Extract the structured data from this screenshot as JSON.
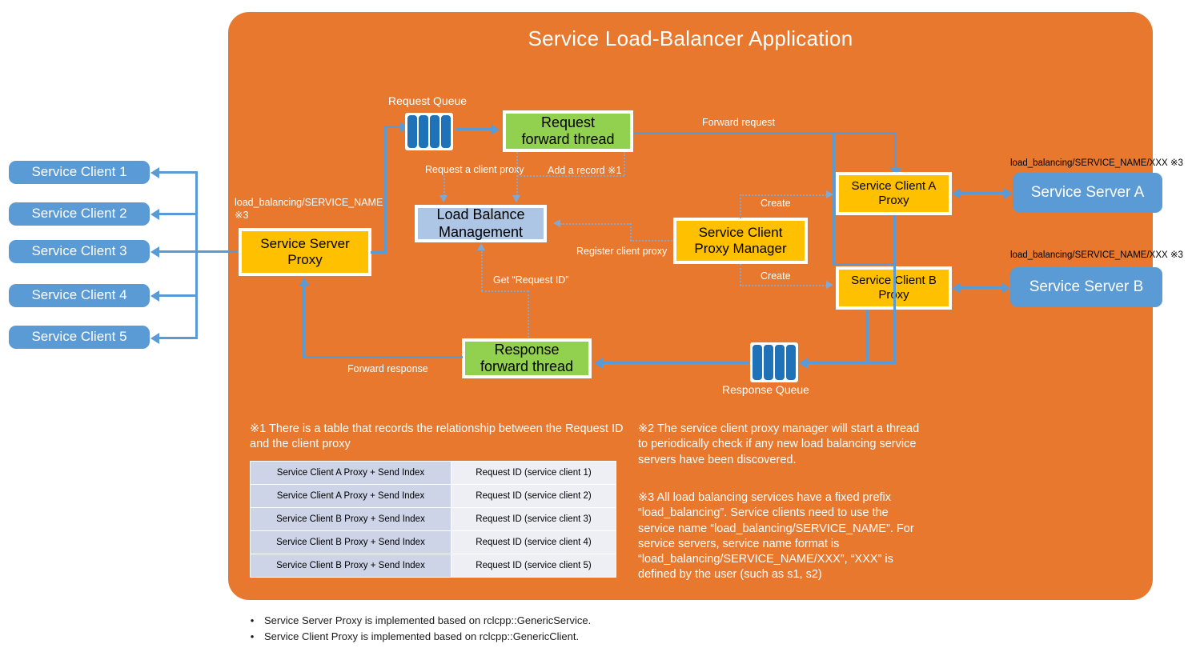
{
  "app": {
    "title": "Service  Load-Balancer Application",
    "panel_color": "#E8782E"
  },
  "colors": {
    "orange": "#E8782E",
    "blue": "#5B9BD5",
    "queue_blue": "#1F72B8",
    "yellow": "#FFC000",
    "green": "#92D050",
    "light_blue": "#ADC6E5",
    "table_header_cell": "#CDD4E8",
    "table_value_cell": "#EDEFF5"
  },
  "clients": [
    {
      "label": "Service Client 1"
    },
    {
      "label": "Service Client 2"
    },
    {
      "label": "Service Client 3"
    },
    {
      "label": "Service Client 4"
    },
    {
      "label": "Service Client 5"
    }
  ],
  "servers": [
    {
      "label": "Service Server A",
      "topic": "load_balancing/SERVICE_NAME/XXX ※3"
    },
    {
      "label": "Service Server B",
      "topic": "load_balancing/SERVICE_NAME/XXX ※3"
    }
  ],
  "nodes": {
    "service_server_proxy": "Service Server\nProxy",
    "service_server_proxy_line1": "Service Server",
    "service_server_proxy_line2": "Proxy",
    "service_server_proxy_topic_line1": "load_balancing/SERVICE_NAME",
    "service_server_proxy_topic_line2": "※3",
    "request_forward_thread_line1": "Request",
    "request_forward_thread_line2": "forward thread",
    "response_forward_thread_line1": "Response",
    "response_forward_thread_line2": "forward thread",
    "load_balance_management_line1": "Load Balance",
    "load_balance_management_line2": "Management",
    "service_client_proxy_manager_line1": "Service Client",
    "service_client_proxy_manager_line2": "Proxy Manager",
    "client_a_proxy_line1": "Service Client A",
    "client_a_proxy_line2": "Proxy",
    "client_b_proxy_line1": "Service Client B",
    "client_b_proxy_line2": "Proxy"
  },
  "queues": {
    "request_queue": "Request Queue",
    "response_queue": "Response Queue",
    "bar_count": 4
  },
  "edge_labels": {
    "forward_request": "Forward request",
    "forward_response": "Forward response",
    "request_a_client_proxy": "Request a client proxy",
    "add_a_record": "Add a record ※1",
    "register_client_proxy": "Register client proxy",
    "get_request_id": "Get “Request ID”",
    "create_a": "Create",
    "create_b": "Create"
  },
  "notes": {
    "note1": "※1 There is a table that records the relationship between the Request ID and the client proxy",
    "note2": "※2 The service client proxy manager will start a thread to periodically check if any new load balancing service servers have been discovered.",
    "note3": "※3 All load balancing services have a fixed prefix “load_balancing”. Service clients need to use the service name “load_balancing/SERVICE_NAME”. For service servers, service name format is “load_balancing/SERVICE_NAME/XXX”, “XXX” is defined by the user (such as s1, s2)"
  },
  "record_table": {
    "rows": [
      {
        "proxy": "Service Client A Proxy  + Send Index",
        "request_id": "Request ID (service client 1)"
      },
      {
        "proxy": "Service Client A Proxy  + Send Index",
        "request_id": "Request ID (service client 2)"
      },
      {
        "proxy": "Service Client B Proxy  + Send Index",
        "request_id": "Request ID (service client 3)"
      },
      {
        "proxy": "Service Client B Proxy  + Send Index",
        "request_id": "Request ID (service client 4)"
      },
      {
        "proxy": "Service Client B Proxy  + Send Index",
        "request_id": "Request ID (service client 5)"
      }
    ]
  },
  "bullets": [
    {
      "dot": "•",
      "text": "Service Server Proxy is implemented based on rclcpp::GenericService."
    },
    {
      "dot": "•",
      "text": "Service Client Proxy is implemented based on rclcpp::GenericClient."
    }
  ]
}
